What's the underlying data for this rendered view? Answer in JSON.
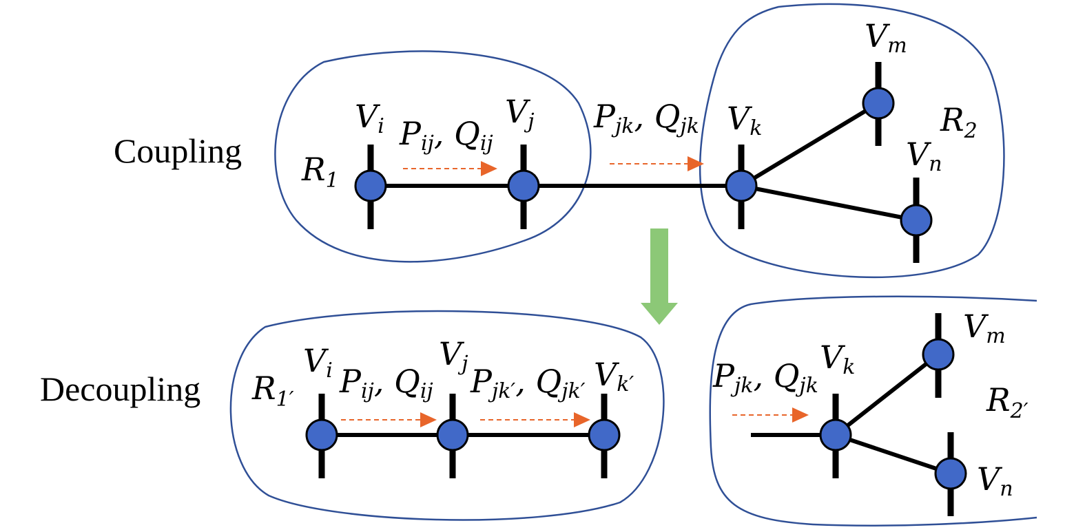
{
  "labels": {
    "coupling": "Coupling",
    "decoupling": "Decoupling"
  },
  "regions": {
    "r1": {
      "base": "R",
      "sub": "1"
    },
    "r2": {
      "base": "R",
      "sub": "2"
    },
    "r1p": {
      "base": "R",
      "sub": "1′"
    },
    "r2p": {
      "base": "R",
      "sub": "2′"
    }
  },
  "buses": {
    "vi": {
      "base": "V",
      "sub": "i"
    },
    "vj": {
      "base": "V",
      "sub": "j"
    },
    "vk": {
      "base": "V",
      "sub": "k"
    },
    "vkp": {
      "base": "V",
      "sub": "k′"
    },
    "vm": {
      "base": "V",
      "sub": "m"
    },
    "vn": {
      "base": "V",
      "sub": "n"
    }
  },
  "flows": {
    "ij": {
      "p": "P",
      "p_sub": "ij",
      "sep": ", ",
      "q": "Q",
      "q_sub": "ij"
    },
    "jk": {
      "p": "P",
      "p_sub": "jk",
      "sep": ", ",
      "q": "Q",
      "q_sub": "jk"
    },
    "jkp": {
      "p": "P",
      "p_sub": "jk′",
      "sep": ", ",
      "q": "Q",
      "q_sub": "jk′"
    }
  },
  "colors": {
    "region_outline": "#2f4f96",
    "bus_node": "#4169c8",
    "flow_arrow": "#e8652a",
    "transition_arrow": "#8cc877"
  }
}
